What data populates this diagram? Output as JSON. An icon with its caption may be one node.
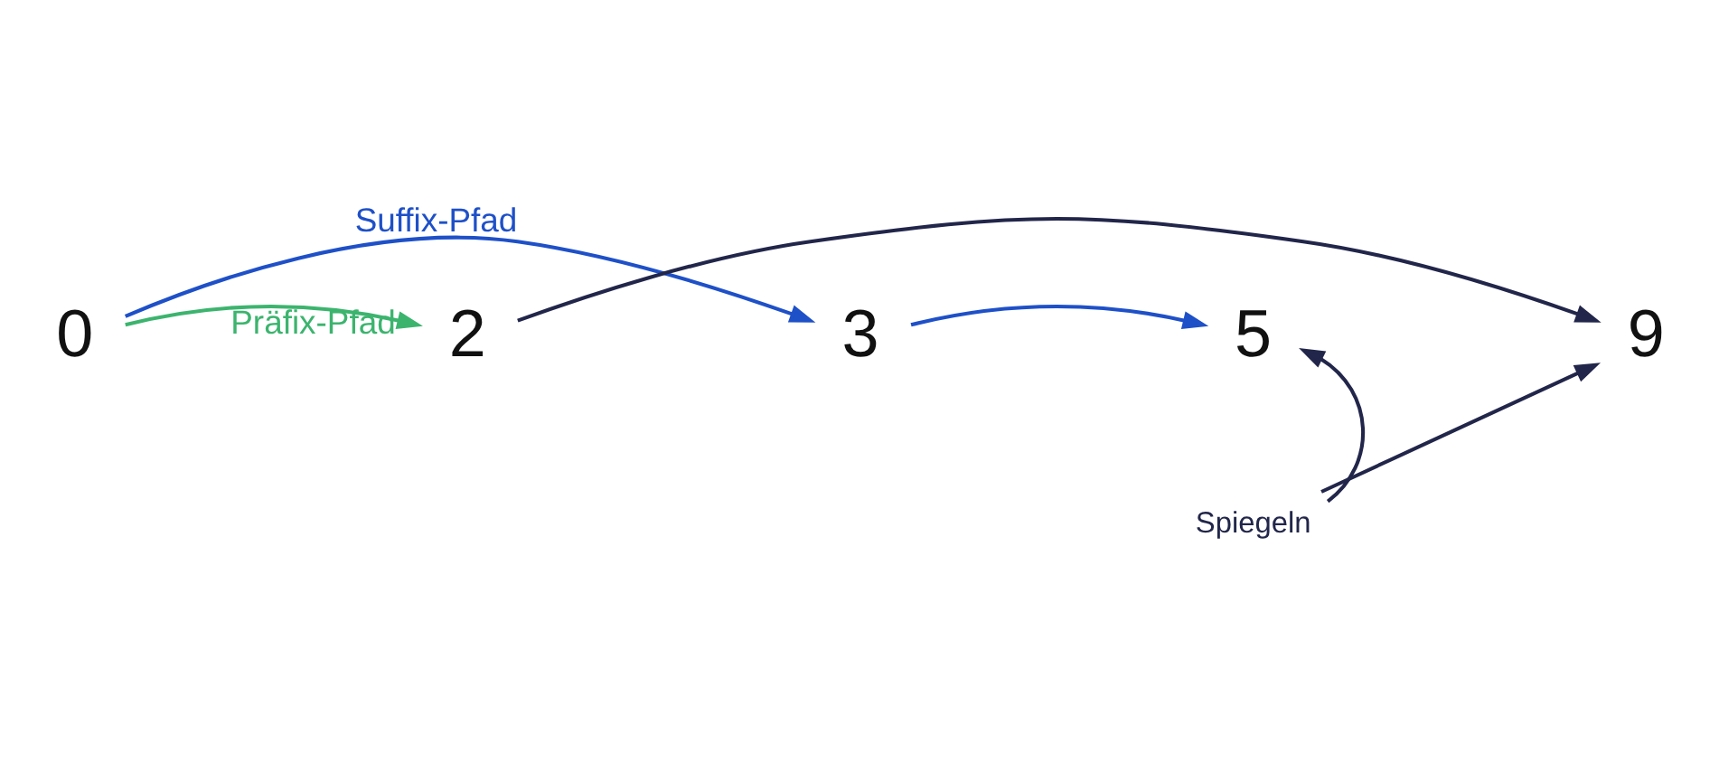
{
  "diagram": {
    "nodes": [
      {
        "text": [
          "0"
        ]
      },
      {
        "text": [
          "2"
        ]
      },
      {
        "text": [
          "3"
        ]
      },
      {
        "text": [
          "5"
        ]
      },
      {
        "text": [
          "9"
        ]
      },
      {
        "text": [
          "Spiegeln"
        ]
      }
    ],
    "edges": [
      {
        "from": 0,
        "to": 1,
        "arrow": "to",
        "label": "Präfix-Pfad",
        "color": "#3cb46e"
      },
      {
        "from": 1,
        "to": 4,
        "arrow": "to"
      },
      {
        "from": 0,
        "to": 2,
        "arrow": "to",
        "label": "Suffix-Pfad",
        "color": "#1e50c8"
      },
      {
        "from": 2,
        "to": 3,
        "arrow": "to",
        "color": "#1e50c8"
      },
      {
        "from": 5,
        "to": 3,
        "arrow": "to"
      },
      {
        "from": 5,
        "to": 4,
        "arrow": "to"
      }
    ]
  }
}
